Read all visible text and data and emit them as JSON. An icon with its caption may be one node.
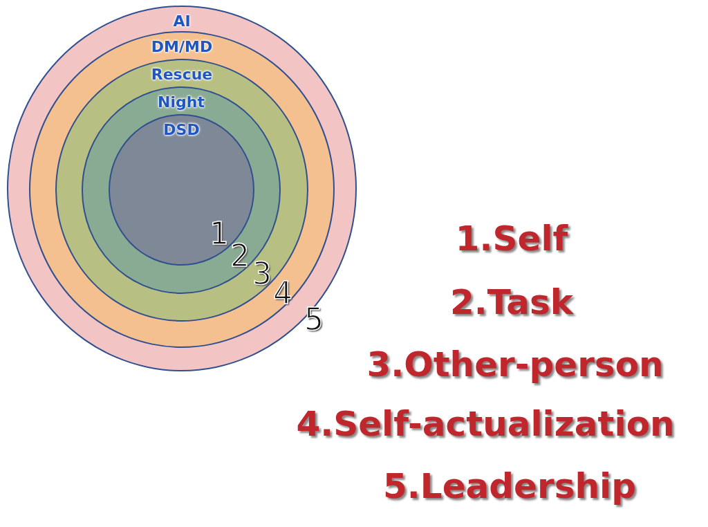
{
  "diagram": {
    "nodes": [
      {
        "text": [
          "AI"
        ]
      },
      {
        "text": [
          "DM/MD"
        ],
        "in": 0
      },
      {
        "text": [
          "Rescue"
        ],
        "in": 1
      },
      {
        "text": [
          "Night"
        ],
        "in": 2
      },
      {
        "text": [
          "DSD"
        ],
        "in": 3
      }
    ],
    "labels": [
      "1",
      "2",
      "3",
      "4",
      "5",
      "1.Self",
      "2.Task",
      "3.Other-person",
      "4.Self-actualization",
      "5.Leadership"
    ]
  }
}
